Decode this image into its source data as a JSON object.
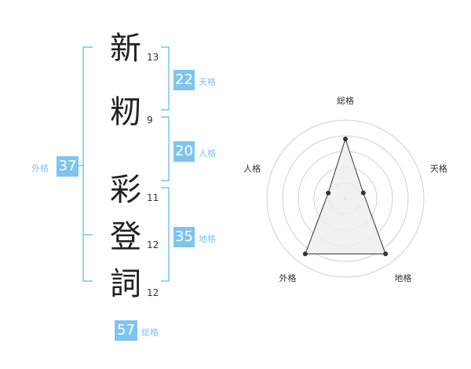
{
  "name": {
    "chars": [
      {
        "char": "新",
        "strokes": "13"
      },
      {
        "char": "籾",
        "strokes": "9"
      },
      {
        "char": "彩",
        "strokes": "11"
      },
      {
        "char": "登",
        "strokes": "12"
      },
      {
        "char": "詞",
        "strokes": "12"
      }
    ]
  },
  "kakusu": {
    "tenkaku": {
      "value": "22",
      "label": "天格"
    },
    "jinkaku": {
      "value": "20",
      "label": "人格"
    },
    "chikaku": {
      "value": "35",
      "label": "地格"
    },
    "gaikaku": {
      "value": "37",
      "label": "外格"
    },
    "soukaku": {
      "value": "57",
      "label": "総格"
    }
  },
  "colors": {
    "accent": "#7ec4ee",
    "line": "#7ec4ee",
    "grid": "#d0d0d0"
  },
  "chart_data": {
    "type": "radar",
    "axes": [
      "総格",
      "天格",
      "地格",
      "外格",
      "人格"
    ],
    "values": [
      0.76,
      0.24,
      0.87,
      0.87,
      0.23
    ],
    "range": [
      0,
      1
    ],
    "rings": 5
  }
}
